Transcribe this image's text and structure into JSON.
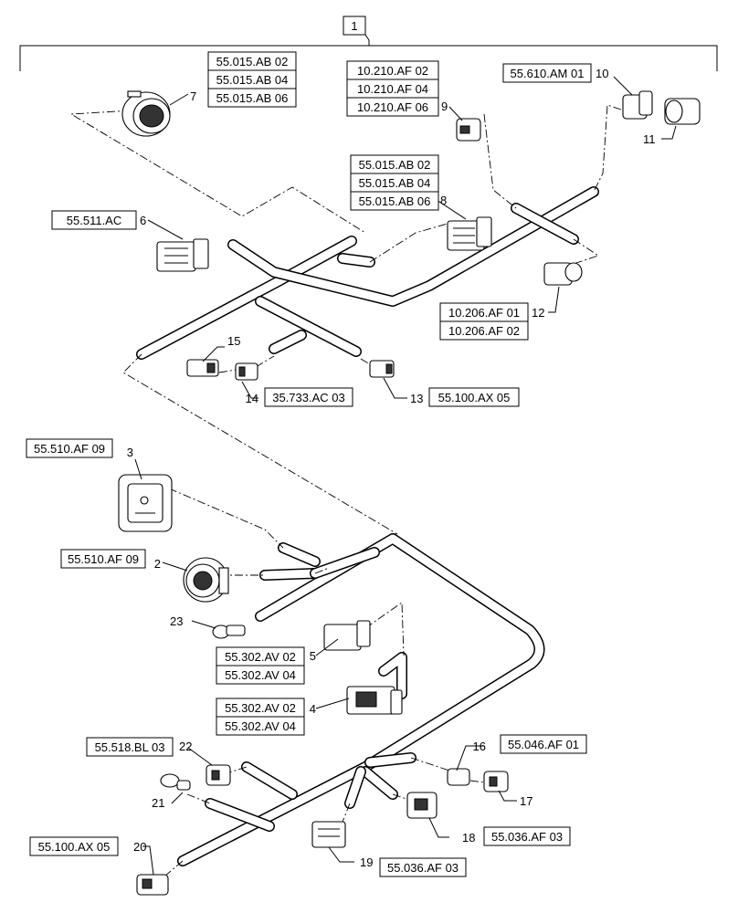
{
  "main_item": "1",
  "callouts": [
    {
      "num": "2",
      "refs": [
        "55.510.AF 09"
      ]
    },
    {
      "num": "3",
      "refs": [
        "55.510.AF 09"
      ]
    },
    {
      "num": "4",
      "refs": [
        "55.302.AV 02",
        "55.302.AV 04"
      ]
    },
    {
      "num": "5",
      "refs": [
        "55.302.AV 02",
        "55.302.AV 04"
      ]
    },
    {
      "num": "6",
      "refs": [
        "55.511.AC"
      ]
    },
    {
      "num": "7",
      "refs": [
        "55.015.AB 02",
        "55.015.AB 04",
        "55.015.AB 06"
      ]
    },
    {
      "num": "8",
      "refs": [
        "55.015.AB 02",
        "55.015.AB 04",
        "55.015.AB 06"
      ]
    },
    {
      "num": "9",
      "refs": [
        "10.210.AF 02",
        "10.210.AF 04",
        "10.210.AF 06"
      ]
    },
    {
      "num": "10",
      "refs": [
        "55.610.AM 01"
      ]
    },
    {
      "num": "11",
      "refs": []
    },
    {
      "num": "12",
      "refs": [
        "10.206.AF 01",
        "10.206.AF 02"
      ]
    },
    {
      "num": "13",
      "refs": [
        "55.100.AX 05"
      ]
    },
    {
      "num": "14",
      "refs": [
        "35.733.AC 03"
      ]
    },
    {
      "num": "15",
      "refs": []
    },
    {
      "num": "16",
      "refs": [
        "55.046.AF 01"
      ]
    },
    {
      "num": "17",
      "refs": []
    },
    {
      "num": "18",
      "refs": [
        "55.036.AF 03"
      ]
    },
    {
      "num": "19",
      "refs": [
        "55.036.AF 03"
      ]
    },
    {
      "num": "20",
      "refs": [
        "55.100.AX 05"
      ]
    },
    {
      "num": "21",
      "refs": []
    },
    {
      "num": "22",
      "refs": [
        "55.518.BL 03"
      ]
    },
    {
      "num": "23",
      "refs": []
    }
  ]
}
